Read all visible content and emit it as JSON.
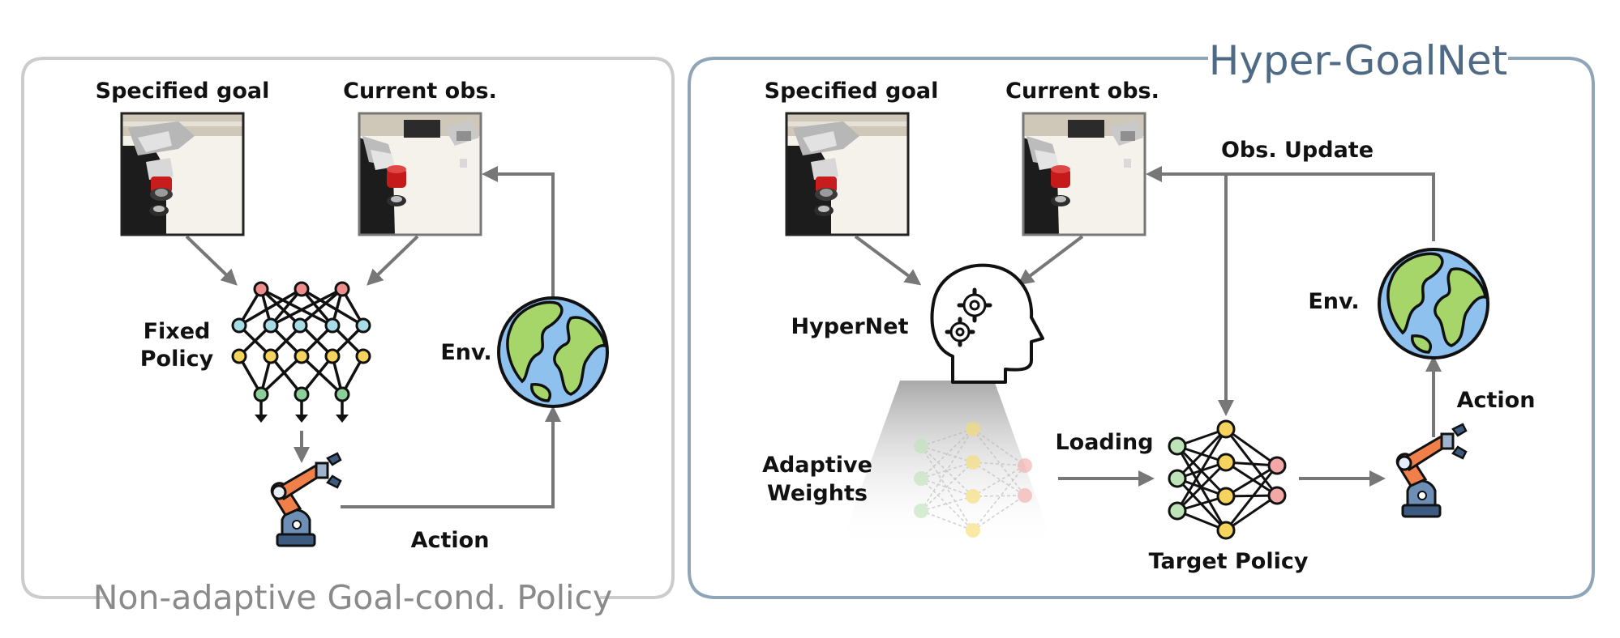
{
  "left_panel": {
    "title": "Non-adaptive Goal-cond. Policy",
    "goal_label": "Specified goal",
    "obs_label": "Current obs.",
    "policy_label_line1": "Fixed",
    "policy_label_line2": "Policy",
    "env_label": "Env.",
    "action_label": "Action"
  },
  "right_panel": {
    "title": "Hyper-GoalNet",
    "goal_label": "Specified goal",
    "obs_label": "Current obs.",
    "obs_update_label": "Obs. Update",
    "hypernet_label": "HyperNet",
    "weights_label_line1": "Adaptive",
    "weights_label_line2": "Weights",
    "loading_label": "Loading",
    "target_policy_label": "Target Policy",
    "env_label": "Env.",
    "action_label": "Action"
  },
  "colors": {
    "left_border": "#cccccc",
    "right_border": "#8fa5b8",
    "arrow": "#777777",
    "globe_ocean": "#8ec1ee",
    "globe_land": "#a6d66a",
    "robot_orange": "#f07f4a",
    "robot_base": "#3d5a80",
    "node_red": "#f08d8d",
    "node_cyan": "#a6dde6",
    "node_yellow": "#f6d35c",
    "node_green": "#8dcf98"
  },
  "icons": [
    "goal-image",
    "observation-image",
    "neural-network-icon",
    "globe-icon",
    "robot-arm-icon",
    "head-gears-icon"
  ]
}
